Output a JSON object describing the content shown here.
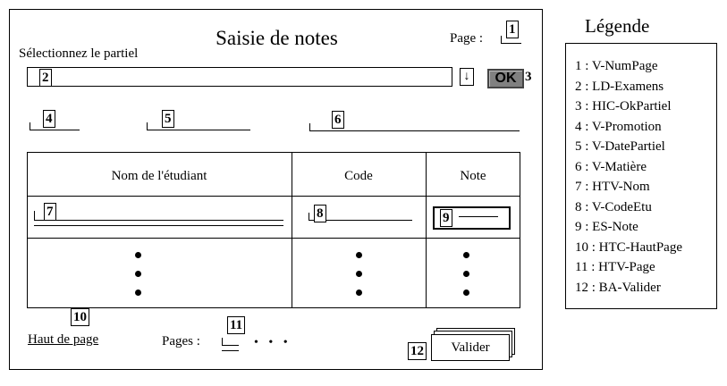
{
  "form": {
    "title": "Saisie de notes",
    "page_label": "Page :",
    "select_label": "Sélectionnez le partiel",
    "dropdown_arrow": "↓",
    "ok_label": "OK",
    "table_headers": [
      "Nom de l'étudiant",
      "Code",
      "Note"
    ],
    "top_link": "Haut de page",
    "pages_label": "Pages :",
    "pages_ellipsis": "• • •",
    "validate_label": "Valider"
  },
  "markers": [
    "1",
    "2",
    "3",
    "4",
    "5",
    "6",
    "7",
    "8",
    "9",
    "10",
    "11",
    "12"
  ],
  "legend": {
    "title": "Légende",
    "items": [
      "1 : V-NumPage",
      "2 : LD-Examens",
      "3 : HIC-OkPartiel",
      "4 : V-Promotion",
      "5 : V-DatePartiel",
      "6 : V-Matière",
      "7 : HTV-Nom",
      "8 : V-CodeEtu",
      "9 : ES-Note",
      "10 : HTC-HautPage",
      "11 : HTV-Page",
      "12 : BA-Valider"
    ]
  },
  "icons": {
    "dropdown": "down-arrow-icon",
    "row_continuation": "vertical-ellipsis-icon"
  }
}
